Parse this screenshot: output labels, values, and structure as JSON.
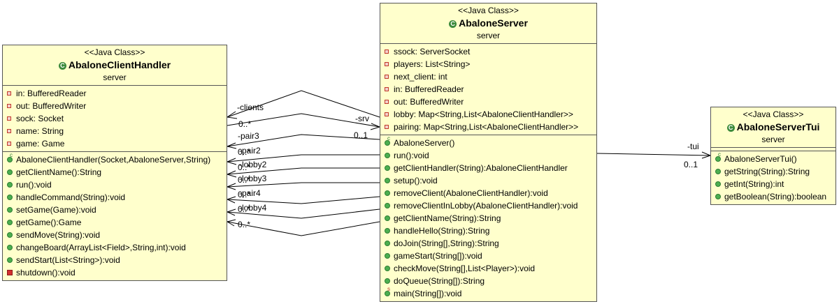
{
  "classes": {
    "client_handler": {
      "stereotype": "<<Java Class>>",
      "name": "AbaloneClientHandler",
      "package": "server",
      "fields": [
        "in: BufferedReader",
        "out: BufferedWriter",
        "sock: Socket",
        "name: String",
        "game: Game"
      ],
      "methods": [
        {
          "kind": "ctor",
          "text": "AbaloneClientHandler(Socket,AbaloneServer,String)"
        },
        {
          "kind": "pub",
          "text": "getClientName():String"
        },
        {
          "kind": "pub",
          "text": "run():void"
        },
        {
          "kind": "pub",
          "text": "handleCommand(String):void"
        },
        {
          "kind": "pub",
          "text": "setGame(Game):void"
        },
        {
          "kind": "pub",
          "text": "getGame():Game"
        },
        {
          "kind": "pub",
          "text": "sendMove(String):void"
        },
        {
          "kind": "pub",
          "text": "changeBoard(ArrayList<Field>,String,int):void"
        },
        {
          "kind": "pub",
          "text": "sendStart(List<String>):void"
        },
        {
          "kind": "priv",
          "text": "shutdown():void"
        }
      ]
    },
    "server": {
      "stereotype": "<<Java Class>>",
      "name": "AbaloneServer",
      "package": "server",
      "fields": [
        "ssock: ServerSocket",
        "players: List<String>",
        "next_client: int",
        "in: BufferedReader",
        "out: BufferedWriter",
        "lobby: Map<String,List<AbaloneClientHandler>>",
        "pairing: Map<String,List<AbaloneClientHandler>>"
      ],
      "methods": [
        {
          "kind": "ctor",
          "text": "AbaloneServer()"
        },
        {
          "kind": "pub",
          "text": "run():void"
        },
        {
          "kind": "pub",
          "text": "getClientHandler(String):AbaloneClientHandler"
        },
        {
          "kind": "pub",
          "text": "setup():void"
        },
        {
          "kind": "pub",
          "text": "removeClient(AbaloneClientHandler):void"
        },
        {
          "kind": "pub",
          "text": "removeClientInLobby(AbaloneClientHandler):void"
        },
        {
          "kind": "pub",
          "text": "getClientName(String):String"
        },
        {
          "kind": "pub",
          "text": "handleHello(String):String"
        },
        {
          "kind": "pub",
          "text": "doJoin(String[],String):String"
        },
        {
          "kind": "pub",
          "text": "gameStart(String[]):void"
        },
        {
          "kind": "pub",
          "text": "checkMove(String[],List<Player>):void"
        },
        {
          "kind": "pub",
          "text": "doQueue(String[]):String"
        },
        {
          "kind": "stat",
          "text": "main(String[]):void"
        }
      ]
    },
    "tui": {
      "stereotype": "<<Java Class>>",
      "name": "AbaloneServerTui",
      "package": "server",
      "fields": [],
      "methods": [
        {
          "kind": "ctor",
          "text": "AbaloneServerTui()"
        },
        {
          "kind": "pub",
          "text": "getString(String):String"
        },
        {
          "kind": "pub",
          "text": "getInt(String):int"
        },
        {
          "kind": "pub",
          "text": "getBoolean(String):boolean"
        }
      ]
    }
  },
  "associations": {
    "clients": {
      "role": "-clients",
      "mult": "0..*"
    },
    "srv": {
      "role": "-srv",
      "mult": "0..1"
    },
    "pair3": {
      "role": "-pair3",
      "mult": "0..*"
    },
    "pair2": {
      "role": "-pair2",
      "mult": "0..*"
    },
    "lobby2": {
      "role": "-lobby2",
      "mult": "0..*"
    },
    "lobby3": {
      "role": "-lobby3",
      "mult": "0..*"
    },
    "pair4": {
      "role": "-pair4",
      "mult": "0..*"
    },
    "lobby4": {
      "role": "-lobby4",
      "mult": "0..*"
    },
    "tui": {
      "role": "-tui",
      "mult": "0..1"
    }
  }
}
